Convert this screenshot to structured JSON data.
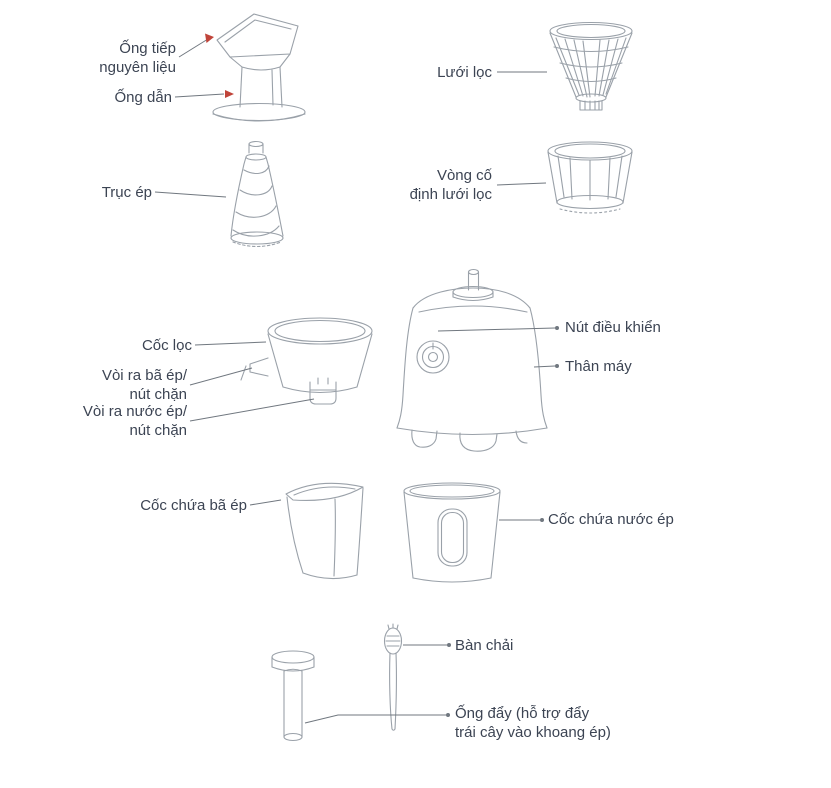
{
  "diagram": {
    "type": "product-parts-diagram",
    "product": "juicer parts overview",
    "labels": {
      "feed_tube": "Ống tiếp\nnguyên liệu",
      "duct": "Ống dẫn",
      "strainer": "Lưới lọc",
      "auger": "Trục ép",
      "strainer_ring": "Vòng cố\nđịnh lưới lọc",
      "filter_cup": "Cốc lọc",
      "control_knob": "Nút điều khiển",
      "pulp_outlet": "Vòi ra bã ép/\nnút chặn",
      "main_body": "Thân máy",
      "juice_outlet": "Vòi ra nước ép/\nnút chặn",
      "pulp_container": "Cốc chứa bã ép",
      "juice_container": "Cốc chứa nước ép",
      "brush": "Bàn chải",
      "pusher": "Ống đẩy (hỗ trợ đẩy\ntrái cây vào khoang ép)"
    },
    "colors": {
      "line_art": "#9aa1a9",
      "leader_line": "#70777f",
      "text": "#3c4453",
      "accent_red": "#c0443a",
      "background": "#ffffff"
    }
  }
}
